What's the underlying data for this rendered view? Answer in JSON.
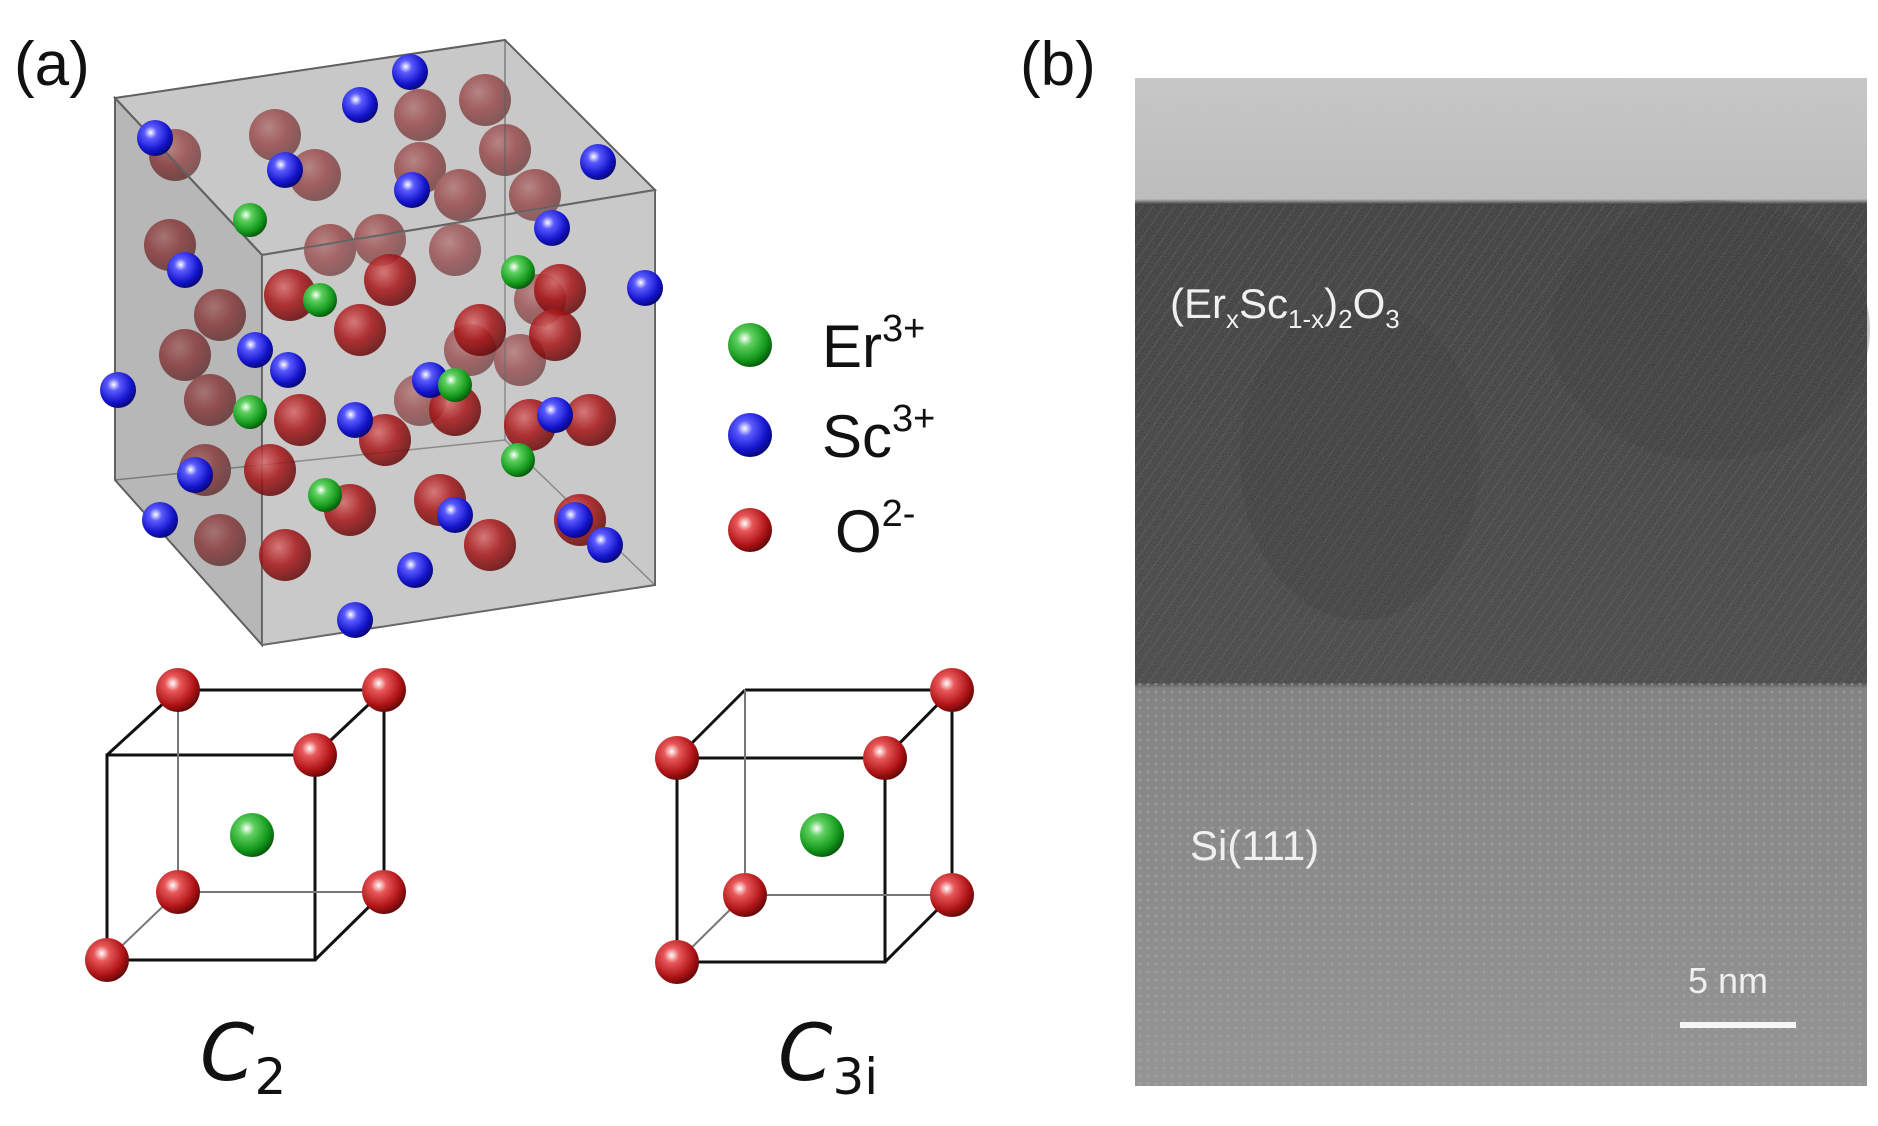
{
  "panels": {
    "a": {
      "label": "(a)"
    },
    "b": {
      "label": "(b)"
    }
  },
  "legend": [
    {
      "name": "er",
      "base": "Er",
      "charge": "3+",
      "color": "#1fa024"
    },
    {
      "name": "sc",
      "base": "Sc",
      "charge": "3+",
      "color": "#1a1ad6"
    },
    {
      "name": "o",
      "base": "O",
      "charge": "2-",
      "color": "#c0191b"
    }
  ],
  "sites": [
    {
      "name": "c2",
      "main": "C",
      "sub": "2"
    },
    {
      "name": "c3i",
      "main": "C",
      "sub": "3i"
    }
  ],
  "tem": {
    "oxide_label": {
      "p1": "(Er",
      "x": "x",
      "p2": "Sc",
      "onex": "1-x",
      "p3": ")",
      "two": "2",
      "p4": "O",
      "three": "3"
    },
    "substrate_label": "Si(111)",
    "scale_bar_label": "5 nm"
  },
  "colors": {
    "cube_face": "#8c8c8c",
    "er": "#1fa024",
    "sc": "#1a1ad6",
    "o": "#c0191b"
  }
}
